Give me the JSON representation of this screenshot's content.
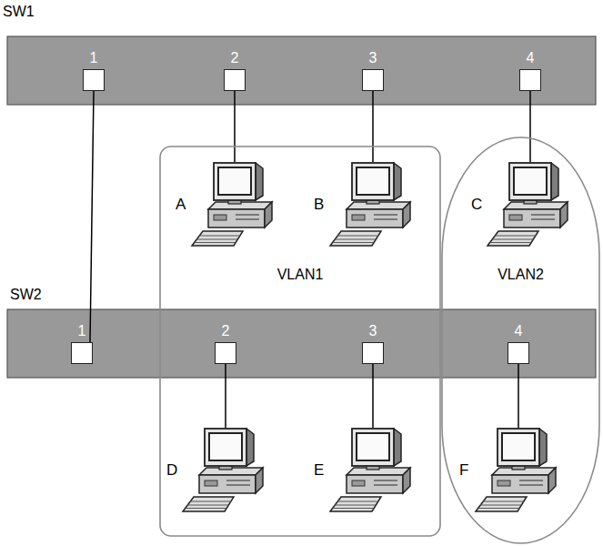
{
  "diagram": {
    "nodes": [
      {
        "text": [
          "SW1"
        ]
      },
      {
        "text": [
          "1"
        ],
        "in": 0
      },
      {
        "text": [
          "2"
        ],
        "in": 0
      },
      {
        "text": [
          "3"
        ],
        "in": 0
      },
      {
        "text": [
          "4"
        ],
        "in": 0
      },
      {
        "text": [
          "VLAN1"
        ]
      },
      {
        "text": [
          "A"
        ],
        "in": 5
      },
      {
        "text": [
          "B"
        ],
        "in": 5
      },
      {
        "text": [
          "D"
        ],
        "in": 5
      },
      {
        "text": [
          "E"
        ],
        "in": 5
      },
      {
        "text": [
          "VLAN2"
        ]
      },
      {
        "text": [
          "C"
        ],
        "in": 10
      },
      {
        "text": [
          "F"
        ],
        "in": 10
      },
      {
        "text": [
          "SW2"
        ]
      },
      {
        "text": [
          "1"
        ],
        "in": 13
      },
      {
        "text": [
          "2"
        ],
        "in": 13
      },
      {
        "text": [
          "3"
        ],
        "in": 13
      },
      {
        "text": [
          "4"
        ],
        "in": 13
      }
    ],
    "edges": [
      {
        "from": 1,
        "to": 14,
        "arrow": "none"
      },
      {
        "from": 2,
        "to": 6,
        "arrow": "none"
      },
      {
        "from": 3,
        "to": 7,
        "arrow": "none"
      },
      {
        "from": 4,
        "to": 11,
        "arrow": "none"
      },
      {
        "from": 15,
        "to": 8,
        "arrow": "none"
      },
      {
        "from": 16,
        "to": 9,
        "arrow": "none"
      },
      {
        "from": 17,
        "to": 12,
        "arrow": "none"
      }
    ]
  }
}
